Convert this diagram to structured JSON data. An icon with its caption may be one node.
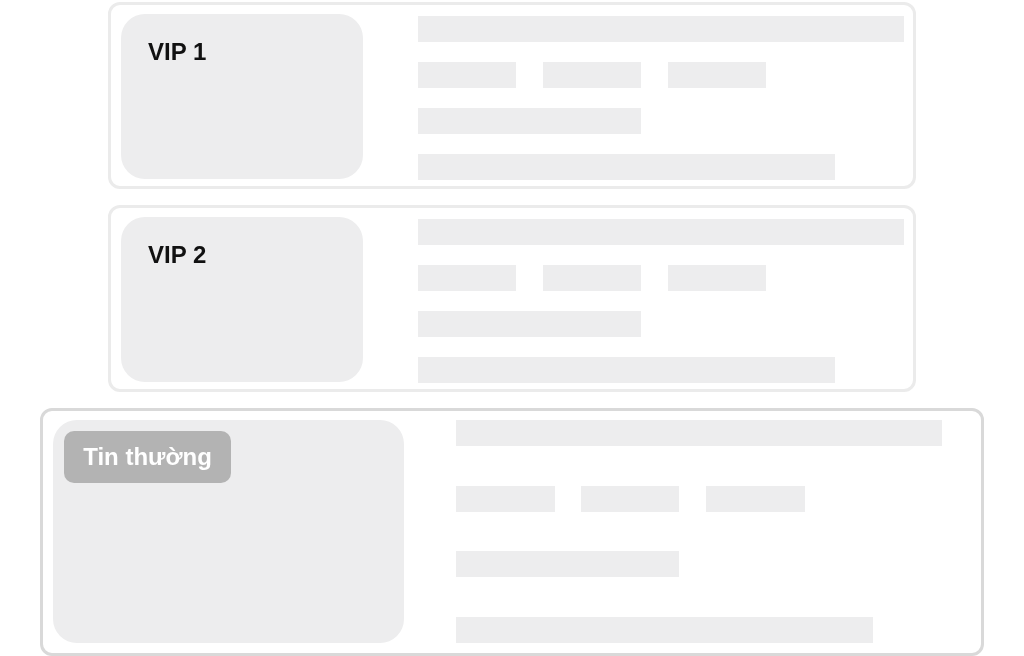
{
  "diagram": {
    "nodes": [
      {
        "text": [],
        "shape": "box"
      },
      {
        "text": [
          "VIP 1"
        ],
        "in": 0
      },
      {
        "text": [],
        "shape": "box"
      },
      {
        "text": [
          "VIP 2"
        ],
        "in": 2
      },
      {
        "text": [],
        "shape": "box"
      },
      {
        "text": [],
        "shape": "box",
        "in": 4
      },
      {
        "text": [
          "Tin thường"
        ],
        "in": 5
      }
    ],
    "edges": []
  }
}
